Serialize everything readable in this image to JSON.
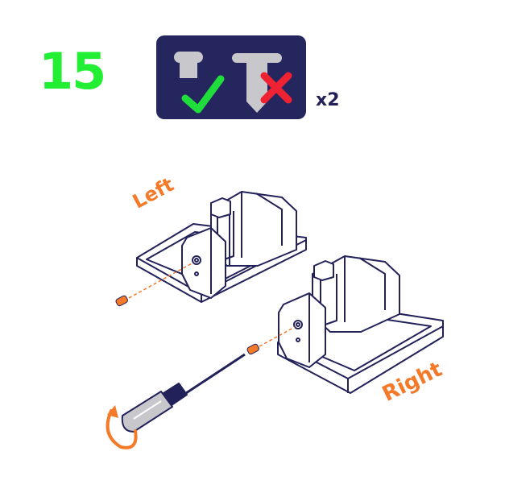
{
  "step": {
    "number": "15"
  },
  "parts": {
    "correct_screw_icon": "short-screw-icon",
    "wrong_screw_icon": "long-screw-icon",
    "check_icon": "checkmark-icon",
    "cross_icon": "cross-icon",
    "quantity": "x2"
  },
  "labels": {
    "left": "Left",
    "right": "Right"
  },
  "colors": {
    "step_number": "#22ee33",
    "box_bg": "#26265e",
    "line": "#22215a",
    "accent": "#f47a2a",
    "check": "#1fdd3a",
    "cross": "#ee2233",
    "screw_gray": "#c7c7cc"
  }
}
